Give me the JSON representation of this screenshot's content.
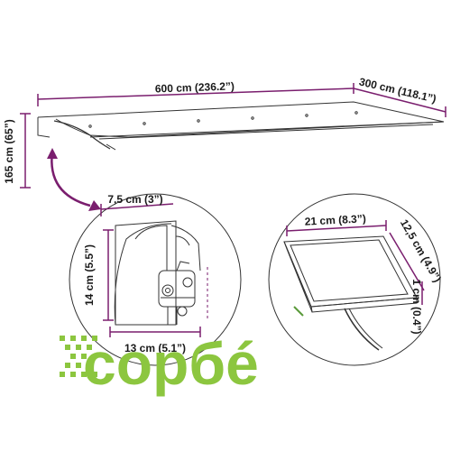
{
  "colors": {
    "accent": "#7a1e6e",
    "line": "#333333",
    "watermark": "#8cc63f"
  },
  "dimensions": {
    "overall_length": "600 cm (236.2”)",
    "overall_depth": "300 cm (118.1”)",
    "overall_height": "165 cm (65”)",
    "bracket_width": "7,5 cm (3”)",
    "bracket_height": "14 cm (5.5”)",
    "bracket_depth": "13 cm (5.1”)",
    "light_width": "21 cm (8.3”)",
    "light_depth": "12,5 cm (4.9”)",
    "light_thickness": "1 cm (0.4”)"
  },
  "watermark": {
    "text": "copбé"
  },
  "icons": {
    "watermark_logo": "dotted-x-logo",
    "link_arrow": "curved-arrow-icon"
  }
}
